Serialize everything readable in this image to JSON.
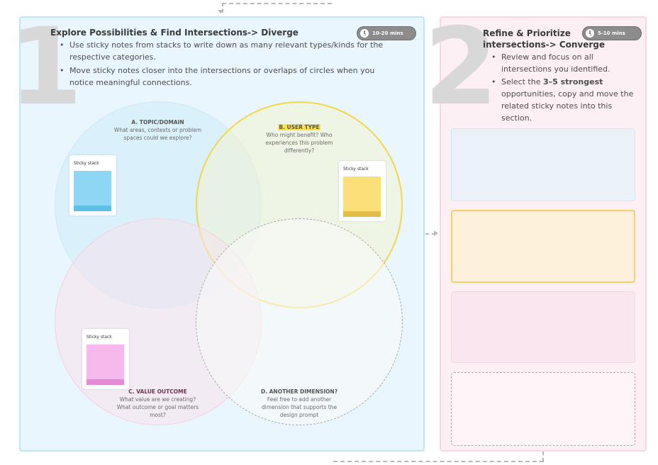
{
  "section1": {
    "number": "1",
    "title": "Explore Possibilities & Find Intersections-> Diverge",
    "timer": "10-20 mins",
    "bullets": [
      "Use sticky notes from stacks to write down as many relevant types/kinds  for the respective categories.",
      "Move sticky notes closer into the intersections or overlaps of circles  when you notice meaningful connections."
    ]
  },
  "circles": {
    "a": {
      "label": "A. TOPIC/DOMAIN",
      "text": "What areas, contexts or problem spaces could we explore?",
      "color": "#bfe3f5"
    },
    "b": {
      "label": "B. USER TYPE",
      "text": "Who might benefit? Who experiences this problem differently?",
      "color": "#f6d84e"
    },
    "c": {
      "label": "C. VALUE OUTCOME",
      "text": "What value are we creating? What outcome or goal matters most?",
      "color": "#f4cfe0"
    },
    "d": {
      "label": "D. ANOTHER DIMENSION?",
      "text": "Feel free to add another dimension that supports the design prompt",
      "color": "#a8a8a8"
    }
  },
  "stacks": {
    "blue": {
      "label": "Sticky stack",
      "color": "#8fd6f4"
    },
    "yellow": {
      "label": "Sticky stack",
      "color": "#fbe07a"
    },
    "pink": {
      "label": "Sticky stack",
      "color": "#f7b8ec"
    }
  },
  "section2": {
    "number": "2",
    "title_line1": "Refine & Prioritize",
    "title_line2": "intersections-> Converge",
    "timer": "5-10 mins",
    "bullet1": "Review and focus on all intersections you identified.",
    "bullet2_pre": "Select the ",
    "bullet2_bold": "3–5 strongest",
    "bullet2_post": " opportunities, copy and move the related sticky notes into this section."
  },
  "colors": {
    "left_panel": "#eaf6fd",
    "right_panel": "#fdf0f4",
    "slot_blue": "#eaf2f8",
    "slot_yellow": "#fdf1dc",
    "slot_pink": "#f9e6ee"
  }
}
